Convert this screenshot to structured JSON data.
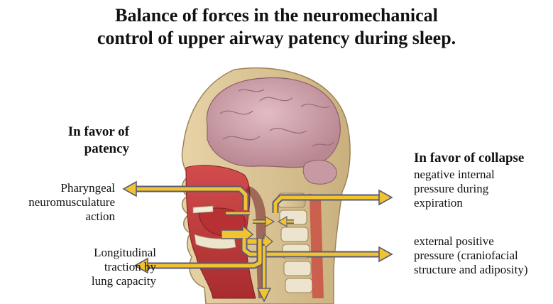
{
  "title": {
    "line1": "Balance of forces in the neuromechanical",
    "line2": "control of upper airway patency during sleep."
  },
  "left": {
    "heading_line1": "In favor of",
    "heading_line2": "patency",
    "items": [
      {
        "lines": [
          "Pharyngeal",
          "neuromusculature",
          "action"
        ]
      },
      {
        "lines": [
          "Longitudinal",
          "traction by",
          "lung capacity"
        ]
      }
    ]
  },
  "right": {
    "heading": "In favor of collapse",
    "items": [
      {
        "lines": [
          "negative internal",
          "pressure during",
          "expiration"
        ]
      },
      {
        "lines": [
          "external positive",
          "pressure (craniofacial",
          "structure and adiposity)"
        ]
      }
    ]
  },
  "colors": {
    "arrow_fill": "#f0c330",
    "arrow_outline": "#5a5a78",
    "skin": "#ddc79a",
    "brain": "#cfa4ad",
    "muscle": "#c23b3b",
    "bone": "#ece4cc"
  }
}
